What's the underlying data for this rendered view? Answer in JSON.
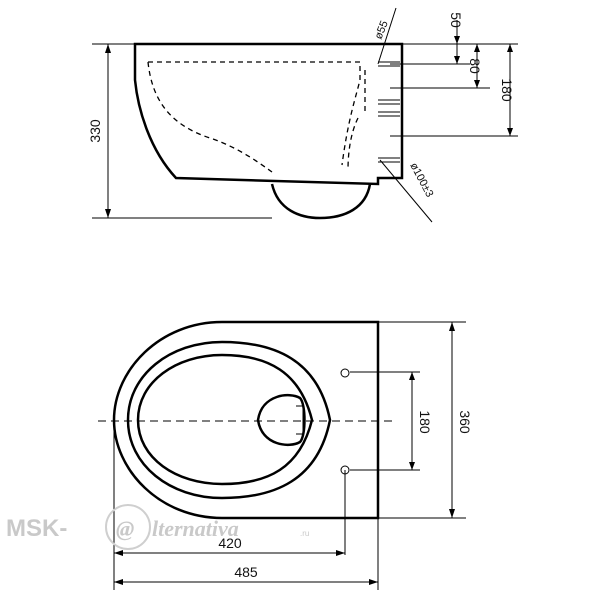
{
  "side_view": {
    "height_label": "330",
    "dim_50": "50",
    "dim_80": "80",
    "dim_180": "180",
    "pipe_diameter": "ø55",
    "outlet_diameter": "ø100±3"
  },
  "top_view": {
    "width_label": "360",
    "bolt_spacing": "180",
    "length_420": "420",
    "length_485": "485"
  },
  "watermark": {
    "prefix": "MSK-",
    "at_sign": "@",
    "suffix": "lternativa",
    "domain": ".ru"
  }
}
